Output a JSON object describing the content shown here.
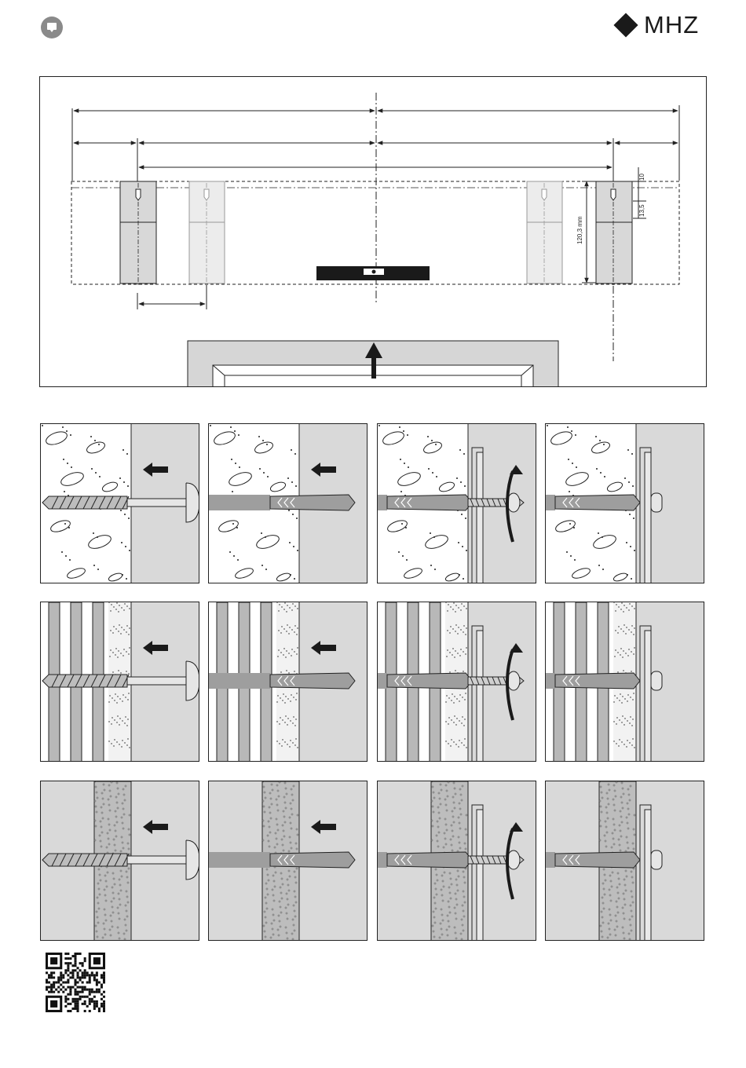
{
  "header": {
    "language_icon": "speech-bubble-icon",
    "brand_name": "MHZ",
    "brand_mark": "diamond-logo"
  },
  "overview": {
    "height_label": "120,3 mm",
    "small_dim_top": "10",
    "small_dim_bottom": "13,5",
    "level_icon": "spirit-level",
    "arrow_icon": "up-arrow"
  },
  "steps": {
    "rows": [
      {
        "wall": "concrete",
        "steps": [
          "drill",
          "insert-anchor",
          "screw-in",
          "mounted"
        ]
      },
      {
        "wall": "hollow-brick",
        "steps": [
          "drill",
          "insert-anchor",
          "screw-in",
          "mounted"
        ]
      },
      {
        "wall": "aerated-concrete",
        "steps": [
          "drill",
          "insert-anchor",
          "screw-in",
          "mounted"
        ]
      }
    ],
    "icons": [
      "left-arrow-icon",
      "rotate-arrow-icon",
      "drill-bit-icon",
      "wall-plug-icon",
      "screw-icon"
    ]
  },
  "footer": {
    "qr_icon": "qr-code-icon"
  },
  "colors": {
    "frame": "#222222",
    "wall_fill": "#d6d6d6",
    "bracket": "#e0e0e0",
    "dark": "#1a1a1a"
  }
}
